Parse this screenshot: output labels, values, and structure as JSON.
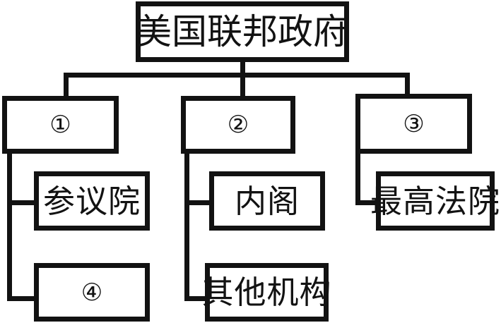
{
  "diagram": {
    "title_text": "美国联邦政府",
    "type": "organizational-hierarchy",
    "background_color": "#ffffff",
    "line_color": "#121212",
    "box_fill_color": "#ffffff",
    "nodes": {
      "root": {
        "label": "美国联邦政府"
      },
      "branch1": {
        "label": "①"
      },
      "branch2": {
        "label": "②"
      },
      "branch3": {
        "label": "③"
      },
      "child1a": {
        "label": "参议院"
      },
      "child1b": {
        "label": "④"
      },
      "child2a": {
        "label": "内阁"
      },
      "child2b": {
        "label": "其他机构"
      },
      "child3a": {
        "label": "最高法院"
      }
    }
  }
}
